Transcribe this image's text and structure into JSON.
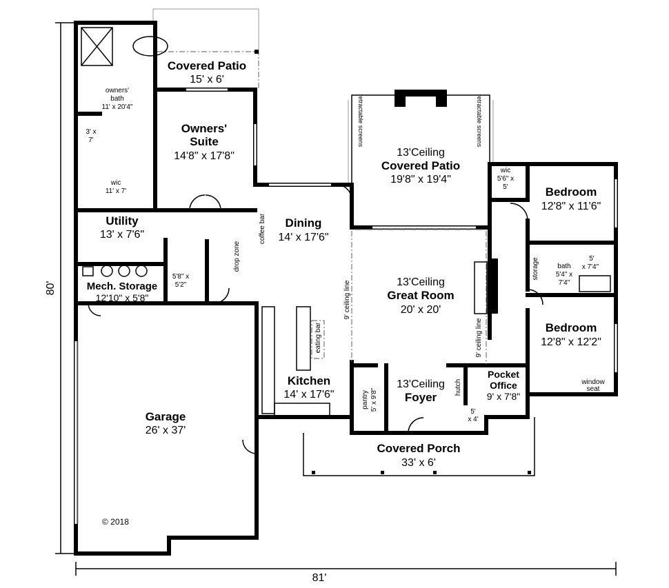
{
  "overall": {
    "width_label": "81'",
    "depth_label": "80'",
    "copyright": "© 2018"
  },
  "rooms": {
    "patio_rear": {
      "name": "Covered Patio",
      "size": "15' x 6'"
    },
    "owners_bath": {
      "name": "owners'",
      "name2": "bath",
      "size": "11' x 20'4\""
    },
    "wc": {
      "size1": "3' x",
      "size2": "7'"
    },
    "owners_wic": {
      "name": "wic",
      "size": "11' x 7'"
    },
    "owners_suite": {
      "name": "Owners'",
      "name2": "Suite",
      "size": "14'8\" x 17'8\""
    },
    "utility": {
      "name": "Utility",
      "size": "13' x 7'6\""
    },
    "mech": {
      "name": "Mech. Storage",
      "size": "12'10\" x 5'8\""
    },
    "powder": {
      "size1": "5'8\" x",
      "size2": "5'2\""
    },
    "drop_zone": {
      "label": "drop zone"
    },
    "coffee_bar": {
      "label": "coffee bar"
    },
    "dining": {
      "name": "Dining",
      "size": "14' x 17'6\""
    },
    "patio_main": {
      "ceiling": "13'Ceiling",
      "name": "Covered Patio",
      "size": "19'8\" x 19'4\"",
      "screens_left": "retractable screens",
      "screens_right": "retractable screens"
    },
    "great_room": {
      "ceiling": "13'Ceiling",
      "name": "Great Room",
      "size": "20' x 20'",
      "ceiling_line_left": "9' ceiling line",
      "ceiling_line_right": "9' ceiling line"
    },
    "kitchen": {
      "name": "Kitchen",
      "size": "14' x 17'6\"",
      "eating_bar": "eating bar"
    },
    "pantry": {
      "name": "pantry",
      "size": "5' x 9'8\""
    },
    "foyer": {
      "ceiling": "13'Ceiling",
      "name": "Foyer"
    },
    "hutch": {
      "label": "hutch"
    },
    "closet": {
      "size1": "5'",
      "size2": "x 4'"
    },
    "pocket_office": {
      "name": "Pocket",
      "name2": "Office",
      "size": "9' x 7'8\""
    },
    "bed1_wic": {
      "name": "wic",
      "size1": "5'6\" x",
      "size2": "5'"
    },
    "bedroom1": {
      "name": "Bedroom",
      "size": "12'8\" x 11'6\""
    },
    "storage": {
      "label": "storage"
    },
    "bath2": {
      "name": "bath",
      "size1": "5'4\" x",
      "size2": "7'4\""
    },
    "bath2_wc": {
      "size1": "5'",
      "size2": "x 7'4\""
    },
    "bedroom2": {
      "name": "Bedroom",
      "size": "12'8\" x 12'2\""
    },
    "window_seat": {
      "label1": "window",
      "label2": "seat"
    },
    "porch": {
      "name": "Covered Porch",
      "size": "33' x 6'"
    },
    "garage": {
      "name": "Garage",
      "size": "26' x 37'"
    }
  }
}
